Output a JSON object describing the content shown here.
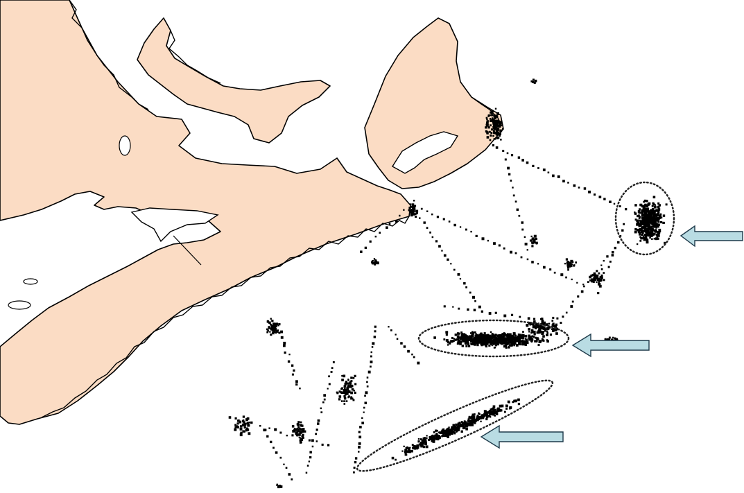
{
  "colors": {
    "land": "#fbdcc4",
    "coastline": "#000000",
    "water": "#ffffff",
    "points": "#000000",
    "arrow": "#b9dce3",
    "arrow_outline": "#1e3a4a"
  },
  "highlighted_clusters": [
    {
      "name": "cluster-northeast",
      "shape": "ellipse",
      "marked_by": "arrow-icon"
    },
    {
      "name": "cluster-central",
      "shape": "ellipse",
      "marked_by": "arrow-icon"
    },
    {
      "name": "cluster-south",
      "shape": "rotated-ellipse",
      "marked_by": "arrow-icon"
    }
  ],
  "icons": [
    "arrow-icon",
    "arrow-icon",
    "arrow-icon"
  ]
}
